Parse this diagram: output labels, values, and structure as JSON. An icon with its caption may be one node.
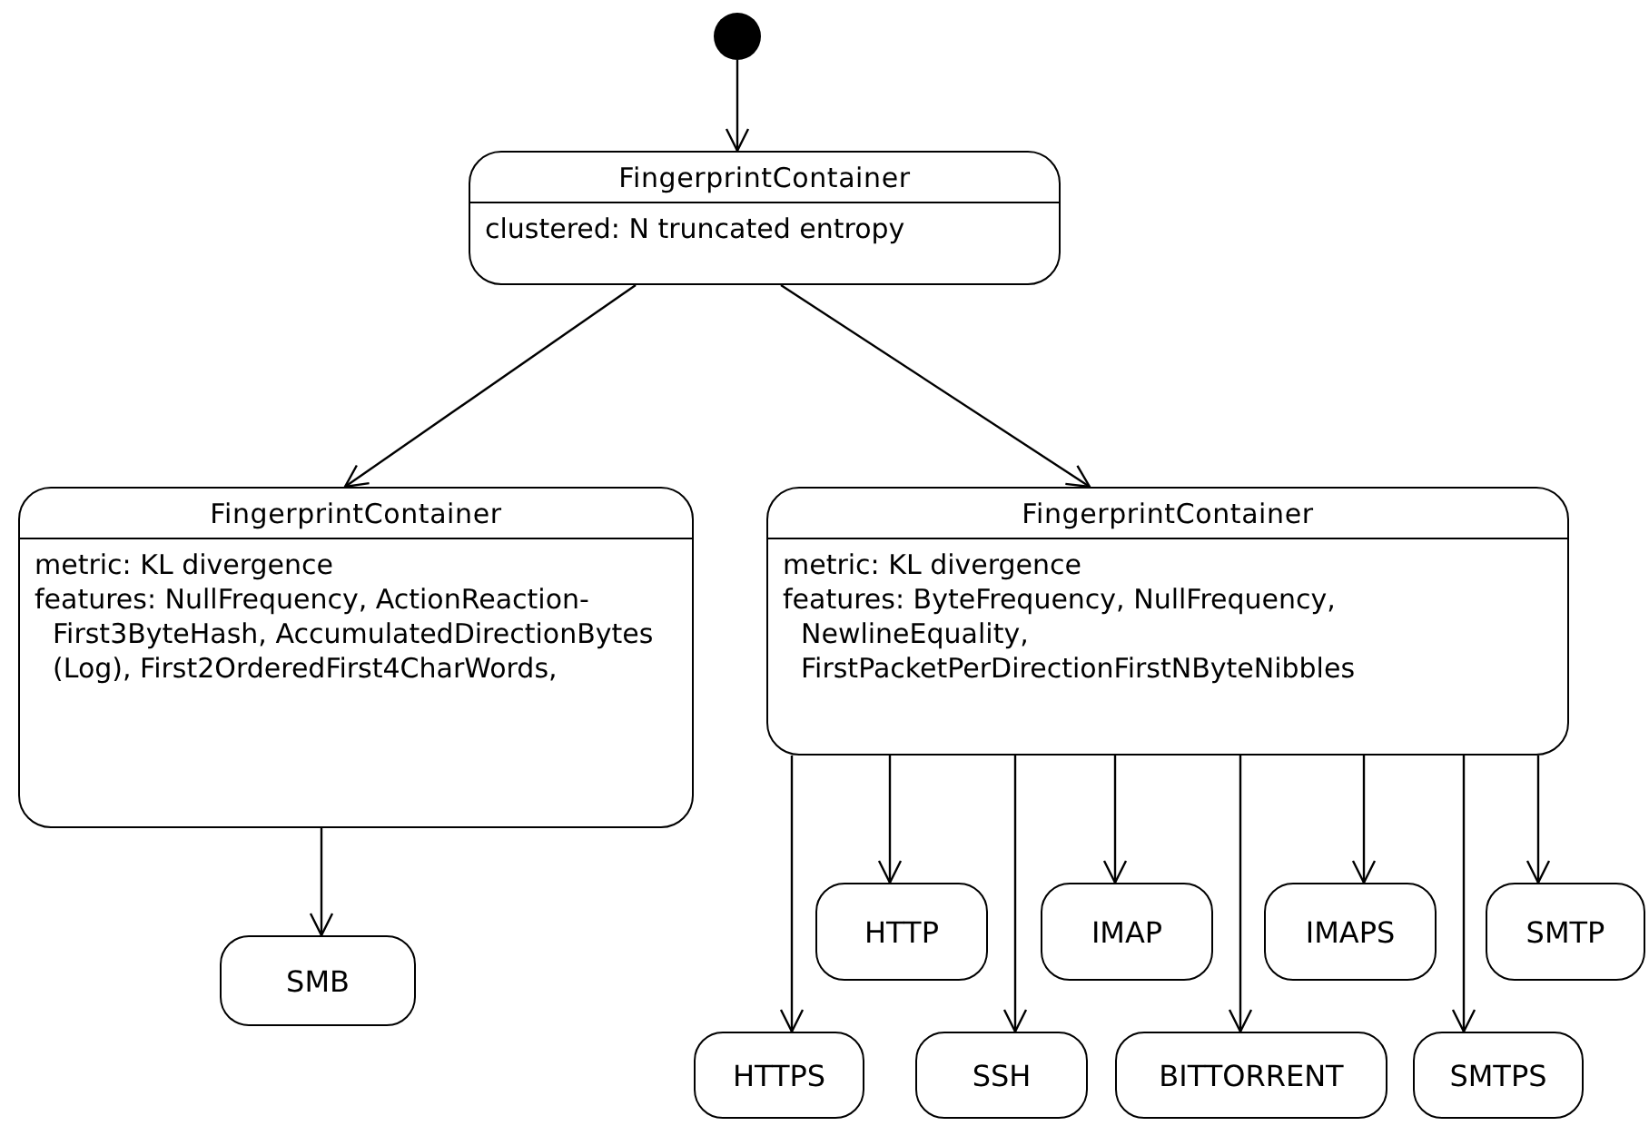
{
  "diagram": {
    "nodes": [
      {
        "text": [],
        "shape": "circle"
      },
      {
        "text": [
          "FingerprintContainer",
          "clustered: N truncated entropy"
        ]
      },
      {
        "text": [
          "FingerprintContainer",
          "metric: KL divergence",
          "features: NullFrequency, ActionReaction-First3ByteHash, AccumulatedDirectionBytes (Log), First2OrderedFirst4CharWords,"
        ]
      },
      {
        "text": [
          "FingerprintContainer",
          "metric: KL divergence",
          "features: ByteFrequency, NullFrequency, NewlineEquality, FirstPacketPerDirectionFirstNByteNibbles"
        ]
      },
      {
        "text": [
          "SMB"
        ]
      },
      {
        "text": [
          "HTTP"
        ]
      },
      {
        "text": [
          "IMAP"
        ]
      },
      {
        "text": [
          "IMAPS"
        ]
      },
      {
        "text": [
          "SMTP"
        ]
      },
      {
        "text": [
          "HTTPS"
        ]
      },
      {
        "text": [
          "SSH"
        ]
      },
      {
        "text": [
          "BITTORRENT"
        ]
      },
      {
        "text": [
          "SMTPS"
        ]
      }
    ],
    "edges": [
      {
        "from": 0,
        "to": 1,
        "arrow": "to"
      },
      {
        "from": 1,
        "to": 2,
        "arrow": "to"
      },
      {
        "from": 1,
        "to": 3,
        "arrow": "to"
      },
      {
        "from": 2,
        "to": 4,
        "arrow": "to"
      },
      {
        "from": 3,
        "to": 5,
        "arrow": "to"
      },
      {
        "from": 3,
        "to": 6,
        "arrow": "to"
      },
      {
        "from": 3,
        "to": 7,
        "arrow": "to"
      },
      {
        "from": 3,
        "to": 8,
        "arrow": "to"
      },
      {
        "from": 3,
        "to": 9,
        "arrow": "to"
      },
      {
        "from": 3,
        "to": 10,
        "arrow": "to"
      },
      {
        "from": 3,
        "to": 11,
        "arrow": "to"
      },
      {
        "from": 3,
        "to": 12,
        "arrow": "to"
      }
    ]
  }
}
